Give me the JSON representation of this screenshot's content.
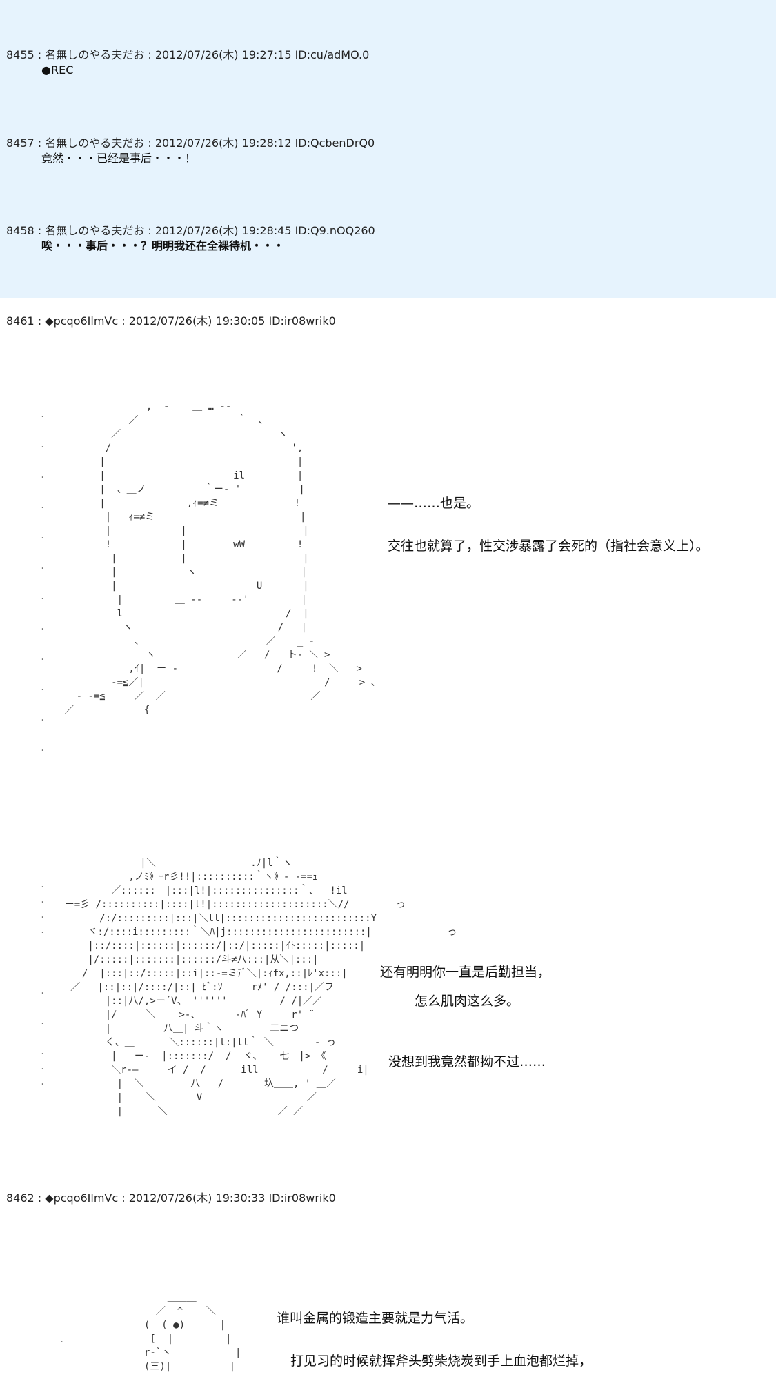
{
  "posts": [
    {
      "header": "8455 : 名無しのやる夫だお : 2012/07/26(木) 19:27:15 ID:cu/adMO.0",
      "body": "●REC"
    },
    {
      "header": "8457 : 名無しのやる夫だお : 2012/07/26(木) 19:28:12 ID:QcbenDrQ0",
      "body": "竟然・・・已经是事后・・・！"
    },
    {
      "header": "8458 : 名無しのやる夫だお : 2012/07/26(木) 19:28:45 ID:Q9.nOQ260",
      "body": "唉・・・事后・・・？明明我还在全裸待机・・・"
    },
    {
      "header": "8461 : ◆pcqo6IlmVc : 2012/07/26(木) 19:30:05 ID:ir08wrik0"
    },
    {
      "header": "8462 : ◆pcqo6IlmVc : 2012/07/26(木) 19:30:33 ID:ir08wrik0"
    }
  ],
  "captions": {
    "c1": "——……也是。",
    "c2": "交往也就算了，性交涉暴露了会死的（指社会意义上）。",
    "c3": "还有明明你一直是后勤担当，",
    "c4": "怎么肌肉这么多。",
    "c5": "没想到我竟然都拗不过……",
    "c6": "谁叫金属的锻造主要就是力气活。",
    "c7": "打见习的时候就挥斧头劈柴烧炭到手上血泡都烂掉，"
  }
}
